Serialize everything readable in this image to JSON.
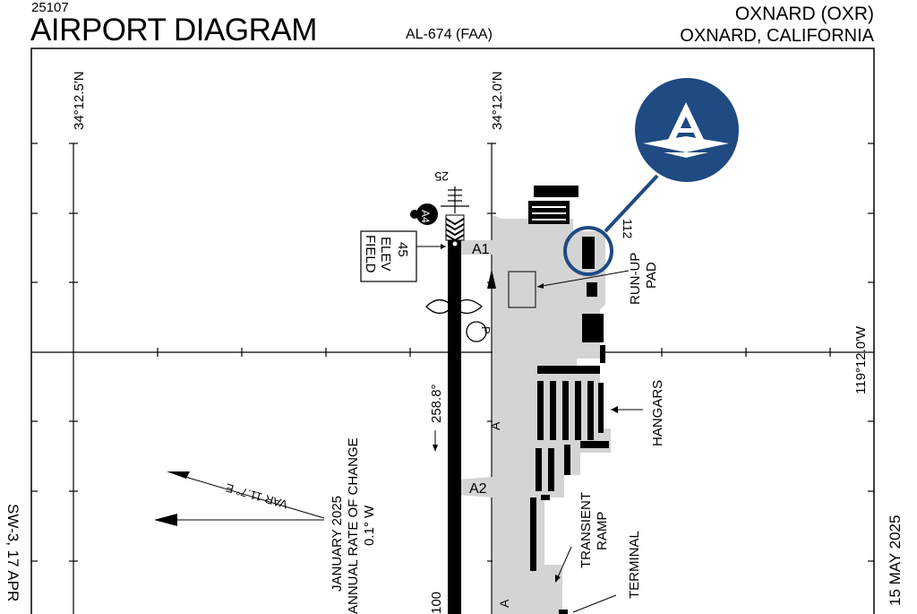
{
  "header": {
    "doc_number": "25107",
    "title": "AIRPORT DIAGRAM",
    "doc_code": "AL-674 (FAA)",
    "airport_name": "OXNARD (OXR)",
    "airport_city": "OXNARD, CALIFORNIA"
  },
  "margins": {
    "left_text": "SW-3, 17 APR",
    "right_text": "15 MAY 2025"
  },
  "grid": {
    "lat_left": "34°12.5′N",
    "lat_center": "34°12.0′N",
    "lon_right": "119°12.0′W"
  },
  "runway": {
    "end_number": "25",
    "heading": "258.8°",
    "partial_label": "100"
  },
  "field_elev": {
    "line1": "FIELD",
    "line2": "ELEV",
    "value": "45"
  },
  "labels": {
    "hotspot": "A4",
    "parking": "P",
    "taxiway_a1": "A1",
    "taxiway_a2": "A2",
    "taxiway_a": "A",
    "runup_line1": "RUN-UP",
    "runup_line2": "PAD",
    "hangars": "HANGARS",
    "transient_line1": "TRANSIENT",
    "transient_line2": "RAMP",
    "terminal": "TERMINAL",
    "tower_height": "112"
  },
  "variation": {
    "arrow_label": "VAR 11.7° E",
    "line1": "JANUARY 2025",
    "line2": "ANNUAL RATE OF CHANGE",
    "line3": "0.1° W"
  },
  "colors": {
    "badge_blue": "#1f4a82",
    "ramp_gray": "#d4d4d4",
    "ink": "#000000"
  }
}
